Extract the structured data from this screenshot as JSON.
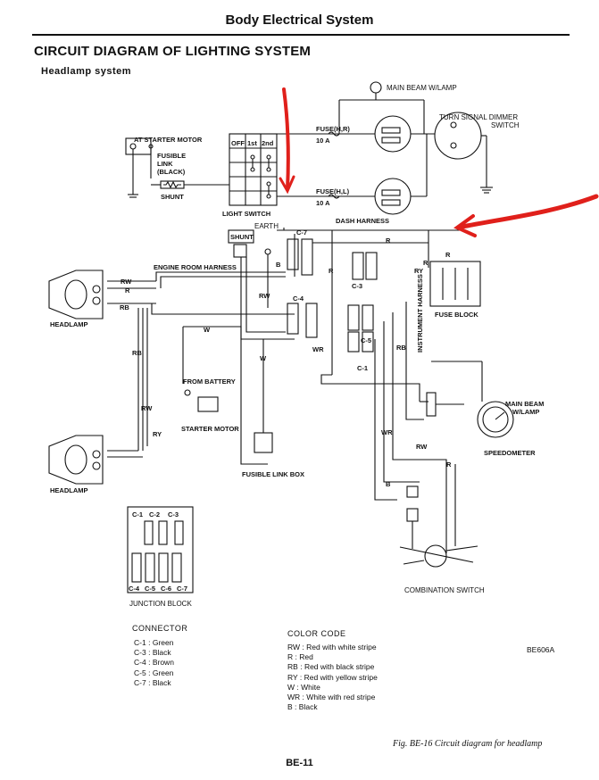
{
  "header": "Body Electrical System",
  "title": "CIRCUIT DIAGRAM OF LIGHTING SYSTEM",
  "subtitle": "Headlamp system",
  "diagram": {
    "labels": {
      "main_beam_top": "MAIN BEAM W/LAMP",
      "turn_signal_1": "TURN SIGNAL DIMMER",
      "turn_signal_2": "SWITCH",
      "at_starter": "AT STARTER MOTOR",
      "fusible_1": "FUSIBLE",
      "fusible_2": "LINK",
      "fusible_3": "(BLACK)",
      "shunt_small": "SHUNT",
      "fuse_hr": "FUSE(H,R)",
      "fuse_hr_amp": "10 A",
      "fuse_hl": "FUSE(H,L)",
      "fuse_hl_amp": "10 A",
      "light_switch": "LIGHT SWITCH",
      "earth": "EARTH",
      "dash_harness": "DASH HARNESS",
      "shunt_box": "SHUNT",
      "engine_room": "ENGINE ROOM HARNESS",
      "headlamp_top": "HEADLAMP",
      "headlamp_bottom": "HEADLAMP",
      "fuse_block": "FUSE BLOCK",
      "instrument_harness": "INSTRUMENT HARNESS",
      "from_battery": "FROM BATTERY",
      "starter_motor": "STARTER MOTOR",
      "fusible_link_box": "FUSIBLE LINK BOX",
      "main_beam_right_1": "MAIN BEAM",
      "main_beam_right_2": "W/LAMP",
      "speedometer": "SPEEDOMETER",
      "combination_switch": "COMBINATION SWITCH",
      "junction_block": "JUNCTION BLOCK",
      "sw_off": "OFF",
      "sw_1st": "1st",
      "sw_2nd": "2nd",
      "c7": "C-7",
      "c4": "C-4",
      "c3": "C-3",
      "c5": "C-5",
      "c1": "C-1",
      "jb_c1": "C-1",
      "jb_c2": "C-2",
      "jb_c3": "C-3",
      "jb_c4": "C-4",
      "jb_c5": "C-5",
      "jb_c6": "C-6",
      "jb_c7": "C-7",
      "w_rw1": "RW",
      "w_r1": "R",
      "w_rb1": "RB",
      "w_rw2": "RW",
      "w_w1": "W",
      "w_w2": "W",
      "w_rb2": "RB",
      "w_rw3": "RW",
      "w_ry1": "RY",
      "w_b1": "B",
      "w_r2": "R",
      "w_r3": "R",
      "w_r4": "R",
      "w_r5": "R",
      "w_ry2": "RY",
      "w_wr1": "WR",
      "w_rb3": "RB",
      "w_wr2": "WR",
      "w_rw4": "RW",
      "w_r6": "R",
      "w_b2": "B"
    }
  },
  "connector": {
    "heading": "CONNECTOR",
    "items": [
      {
        "code": "C-1",
        "sep": ":",
        "color": "Green"
      },
      {
        "code": "C-3",
        "sep": ":",
        "color": "Black"
      },
      {
        "code": "C-4",
        "sep": ":",
        "color": "Brown"
      },
      {
        "code": "C-5",
        "sep": ":",
        "color": "Green"
      },
      {
        "code": "C-7",
        "sep": ":",
        "color": "Black"
      }
    ]
  },
  "color_code": {
    "heading": "COLOR CODE",
    "items": [
      {
        "code": "RW",
        "sep": ":",
        "desc": "Red with white stripe"
      },
      {
        "code": "R",
        "sep": ":",
        "desc": "Red"
      },
      {
        "code": "RB",
        "sep": ":",
        "desc": "Red with black stripe"
      },
      {
        "code": "RY",
        "sep": ":",
        "desc": "Red with yellow stripe"
      },
      {
        "code": "W",
        "sep": ":",
        "desc": "White"
      },
      {
        "code": "WR",
        "sep": ":",
        "desc": "White with red stripe"
      },
      {
        "code": "B",
        "sep": ":",
        "desc": "Black"
      }
    ]
  },
  "reference": "BE606A",
  "caption": "Fig. BE-16   Circuit diagram for headlamp",
  "page_number": "BE-11",
  "colors": {
    "ink": "#111111",
    "annotation": "#e0201b",
    "paper": "#ffffff"
  }
}
